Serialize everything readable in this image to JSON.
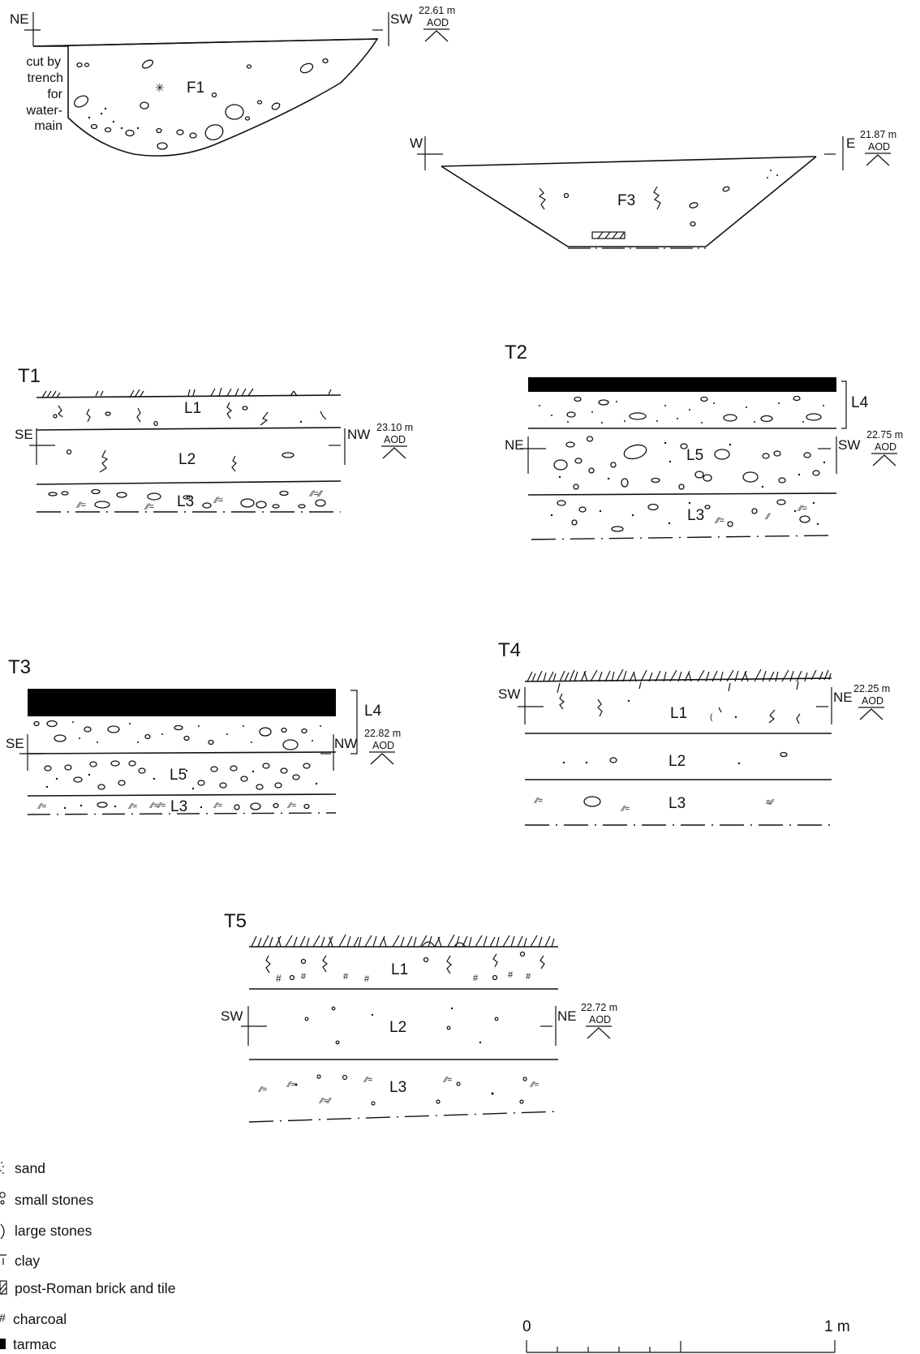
{
  "sections": {
    "F1": {
      "label": "F1",
      "left_orientation": "NE",
      "right_orientation": "SW",
      "elevation": "22.61 m",
      "datum": "AOD",
      "note_lines": [
        "cut by",
        "trench",
        "for",
        "water-",
        "main"
      ]
    },
    "F3": {
      "label": "F3",
      "left_orientation": "W",
      "right_orientation": "E",
      "elevation": "21.87 m",
      "datum": "AOD"
    },
    "T1": {
      "title": "T1",
      "left_orientation": "SE",
      "right_orientation": "NW",
      "elevation": "23.10 m",
      "datum": "AOD",
      "layers": [
        "L1",
        "L2",
        "L3"
      ]
    },
    "T2": {
      "title": "T2",
      "left_orientation": "NE",
      "right_orientation": "SW",
      "elevation": "22.75 m",
      "datum": "AOD",
      "layers": [
        "L4",
        "L5",
        "L3"
      ]
    },
    "T3": {
      "title": "T3",
      "left_orientation": "SE",
      "right_orientation": "NW",
      "elevation": "22.82 m",
      "datum": "AOD",
      "layers": [
        "L4",
        "L5",
        "L3"
      ]
    },
    "T4": {
      "title": "T4",
      "left_orientation": "SW",
      "right_orientation": "NE",
      "elevation": "22.25 m",
      "datum": "AOD",
      "layers": [
        "L1",
        "L2",
        "L3"
      ]
    },
    "T5": {
      "title": "T5",
      "left_orientation": "SW",
      "right_orientation": "NE",
      "elevation": "22.72 m",
      "datum": "AOD",
      "layers": [
        "L1",
        "L2",
        "L3"
      ]
    }
  },
  "legend": [
    {
      "label": "sand",
      "icon": "sand-icon"
    },
    {
      "label": "small stones",
      "icon": "small-stones-icon"
    },
    {
      "label": "large stones",
      "icon": "large-stones-icon"
    },
    {
      "label": "clay",
      "icon": "clay-icon"
    },
    {
      "label": "post-Roman brick and tile",
      "icon": "brick-tile-icon"
    },
    {
      "label": "charcoal",
      "icon": "charcoal-icon"
    },
    {
      "label": "tarmac",
      "icon": "tarmac-icon"
    }
  ],
  "scale_bar": {
    "start_label": "0",
    "end_label": "1 m"
  }
}
